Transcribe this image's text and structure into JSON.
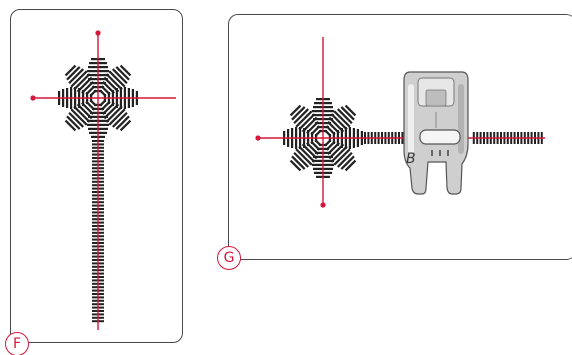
{
  "figures": {
    "f": {
      "label": "F"
    },
    "g": {
      "label": "G"
    }
  },
  "presser_foot": {
    "letter": "B"
  },
  "colors": {
    "stitch": "#222222",
    "guide_line": "#d6173a",
    "panel_border": "#4a4a4a",
    "foot_metal": "#c9c9c9"
  },
  "icons": {
    "flower_motif": "eight-petal-stitch-motif",
    "presser_foot": "sewing-presser-foot-icon"
  }
}
